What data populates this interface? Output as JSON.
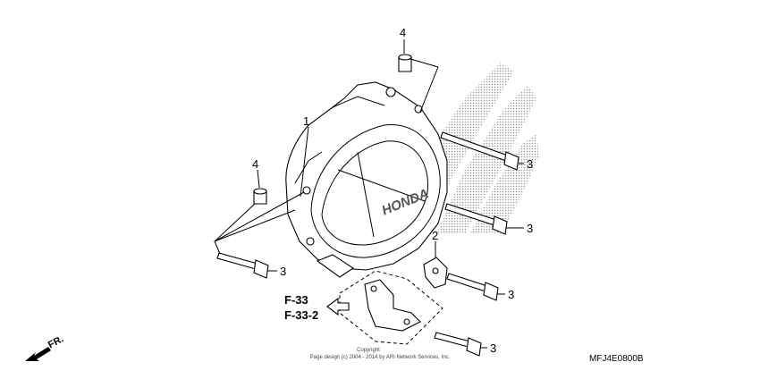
{
  "diagram": {
    "callouts": {
      "cover": "1",
      "bracket": "2",
      "bolt_a": "3",
      "bolt_b": "3",
      "bolt_c": "3",
      "bolt_d": "3",
      "bolt_e": "3",
      "collar_top": "4",
      "collar_left": "4"
    },
    "references": [
      "F-33",
      "F-33-2"
    ],
    "direction_label": "FR.",
    "cover_logo": "HONDA",
    "copyright_line1": "Copyright",
    "copyright_line2": "Page design (c) 2004 - 2014 by ARI Network Services, Inc.",
    "diagram_code": "MFJ4E0800B"
  }
}
